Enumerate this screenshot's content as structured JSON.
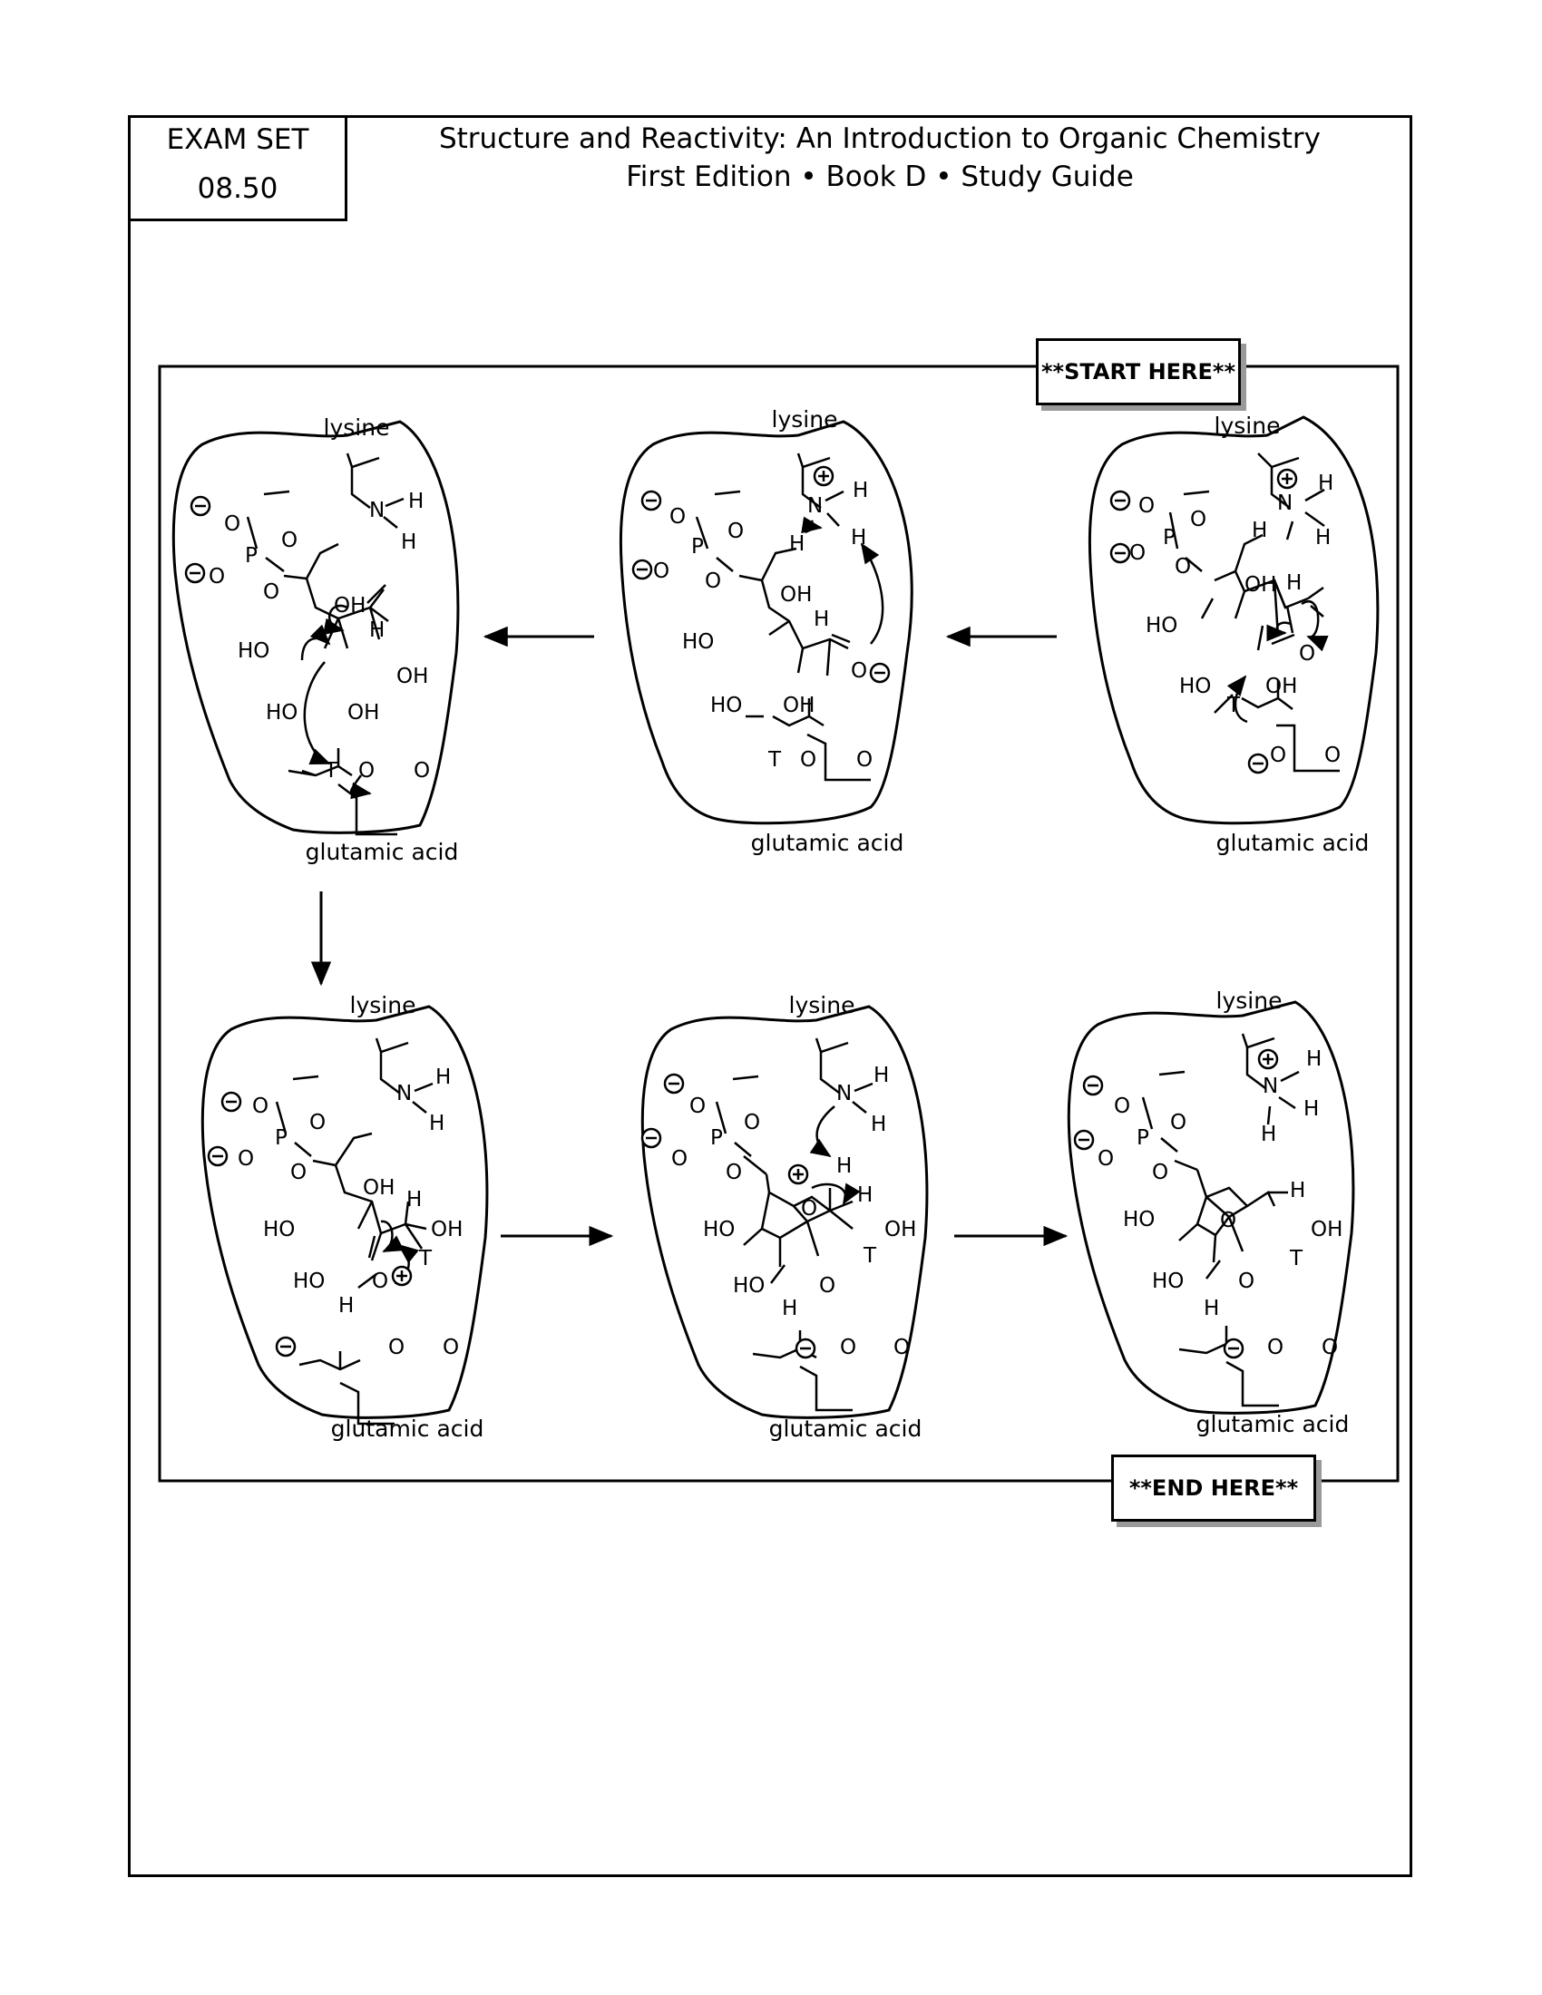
{
  "header": {
    "exam_label": "EXAM SET",
    "exam_number": "08.50",
    "title_line1": "Structure and Reactivity: An Introduction to Organic Chemistry",
    "title_line2": "First Edition • Book D • Study Guide"
  },
  "markers": {
    "start": "**START HERE**",
    "end": "**END HERE**"
  },
  "labels": {
    "lysine": "lysine",
    "glutamic_acid": "glutamic acid"
  },
  "atoms": {
    "oxygen": "O",
    "phosphorus": "P",
    "nitrogen": "N",
    "hydrogen": "H",
    "tritium": "T",
    "hydroxyl": "OH",
    "hydroxyl_left": "HO",
    "charge_neg": "−",
    "charge_pos": "+"
  }
}
